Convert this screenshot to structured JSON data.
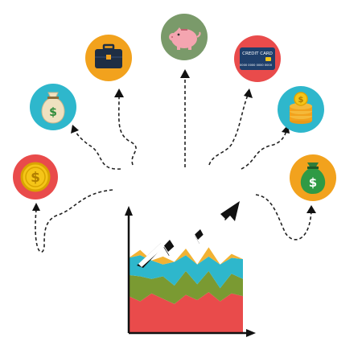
{
  "chart_data": {
    "type": "area",
    "x": [
      0,
      1,
      2,
      3,
      4,
      5,
      6,
      7,
      8,
      9,
      10
    ],
    "series": [
      {
        "color": "#e94b4b",
        "values": [
          28,
          24,
          30,
          26,
          22,
          29,
          25,
          31,
          24,
          30,
          28
        ]
      },
      {
        "color": "#7a9a32",
        "values": [
          16,
          19,
          11,
          17,
          14,
          18,
          12,
          16,
          10,
          15,
          13
        ]
      },
      {
        "color": "#2eb7cc",
        "values": [
          13,
          16,
          14,
          9,
          18,
          12,
          15,
          11,
          18,
          12,
          15
        ]
      },
      {
        "color": "#f2b233",
        "values": [
          0,
          4,
          0,
          6,
          0,
          5,
          0,
          7,
          0,
          3,
          0
        ]
      }
    ],
    "ylim": [
      0,
      100
    ],
    "trend": {
      "direction": "up",
      "color": "#111111"
    }
  },
  "diagram": {
    "connector_style": "dashed-arrow",
    "icons": [
      {
        "name": "coin-icon",
        "bg": "#e94b4b",
        "text": "$"
      },
      {
        "name": "money-bag-icon",
        "bg": "#2eb7cc",
        "text": "$"
      },
      {
        "name": "briefcase-icon",
        "bg": "#f2a21d"
      },
      {
        "name": "piggy-bank-icon",
        "bg": "#7a9a6a"
      },
      {
        "name": "credit-card-icon",
        "bg": "#e94b4b",
        "text": "CREDIT CARD",
        "number": "0000 0000 0000 0000"
      },
      {
        "name": "coin-stack-icon",
        "bg": "#2eb7cc",
        "text": "$"
      },
      {
        "name": "green-money-bag-icon",
        "bg": "#f2a21d",
        "text": "$"
      }
    ]
  }
}
